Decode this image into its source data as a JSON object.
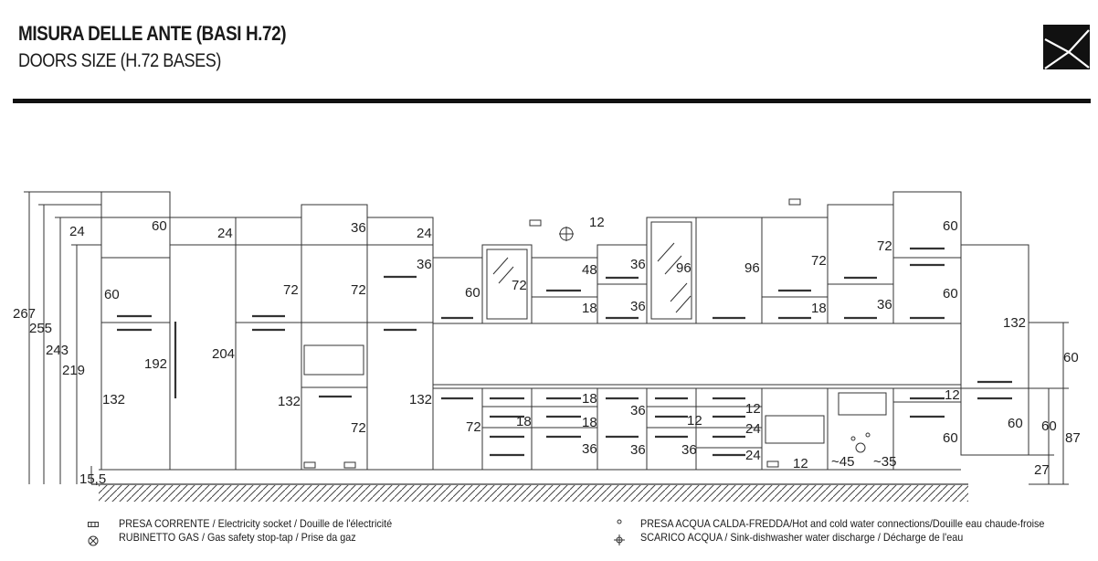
{
  "header": {
    "title": "MISURA DELLE ANTE (BASI H.72)",
    "subtitle": "DOORS SIZE (H.72 BASES)"
  },
  "logo": {
    "icon": "brand-logo-icon"
  },
  "dimensions": {
    "d267": "267",
    "d255": "255",
    "d243": "243",
    "d219": "219",
    "d24a": "24",
    "d60a": "60",
    "d60b": "60",
    "d192": "192",
    "d132a": "132",
    "d24b": "24",
    "d204": "204",
    "d36a": "36",
    "d72a": "72",
    "d72b": "72",
    "d132b": "132",
    "d72c": "72",
    "d24c": "24",
    "d36b": "36",
    "d132c": "132",
    "d60c": "60",
    "d72d": "72",
    "d72e": "72",
    "d12a": "12",
    "d48": "48",
    "d18a": "18",
    "d36c": "36",
    "d36d": "36",
    "d96a": "96",
    "d96b": "96",
    "d72f": "72",
    "d18b": "18",
    "d60d": "60",
    "d72g": "72",
    "d36e": "36",
    "d60e": "60",
    "d132d": "132",
    "d60f": "60",
    "d18c": "18",
    "d18d": "18",
    "d18e": "18",
    "d36f": "36",
    "d36g": "36",
    "d12b": "12",
    "d12c": "12",
    "d24d": "24",
    "d24e": "24",
    "d36h": "36",
    "d12d": "12",
    "d45": "~45",
    "d35": "~35",
    "d12e": "12",
    "d60g": "60",
    "d60h": "60",
    "d60i": "60",
    "d87": "87",
    "d27": "27",
    "d155": "15,5"
  },
  "legend": {
    "socket": "PRESA CORRENTE / Electricity socket / Douille de l'électricité",
    "gas": "RUBINETTO GAS / Gas safety stop-tap / Prise da gaz",
    "water": "PRESA ACQUA CALDA-FREDDA/Hot and cold water connections/Douille eau chaude-froise",
    "discharge": "SCARICO ACQUA / Sink-dishwasher water discharge / Décharge de l'eau"
  },
  "icons": {
    "socket": "electricity-socket-icon",
    "gas": "gas-stop-tap-icon",
    "water": "water-connection-icon",
    "discharge": "water-discharge-icon"
  }
}
